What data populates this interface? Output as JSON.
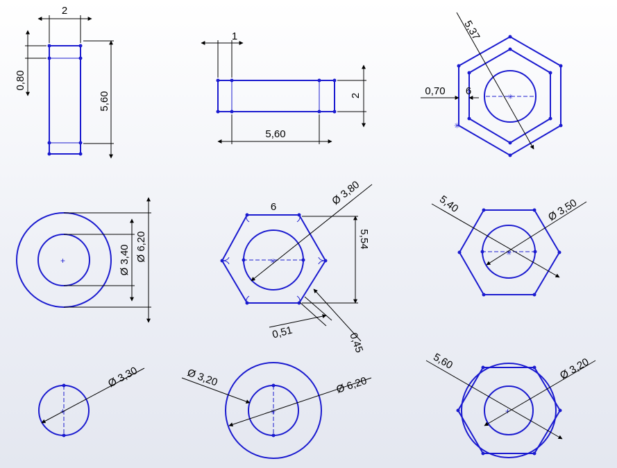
{
  "colors": {
    "geometry": "#1a1acf",
    "dimension": "#000000"
  },
  "views": {
    "v1": {
      "width": "2",
      "step": "0,80",
      "height": "5,60"
    },
    "v2": {
      "step": "1",
      "height": "2",
      "length": "5,60"
    },
    "v3": {
      "diag": "5,37",
      "offset": "0,70",
      "six": "6"
    },
    "v4": {
      "inner": "Ø 3,40",
      "outer": "Ø 6,20"
    },
    "v5": {
      "flat": "6",
      "dia": "Ø 3,80",
      "height": "5,54",
      "chamfer1": "0,51",
      "chamfer2": "0,45"
    },
    "v6": {
      "across": "5,40",
      "dia": "Ø 3,50"
    },
    "v7": {
      "dia": "Ø 3,30"
    },
    "v8": {
      "inner": "Ø 3,20",
      "outer": "Ø 6,20"
    },
    "v9": {
      "across": "5,60",
      "dia": "Ø 3,20"
    }
  }
}
